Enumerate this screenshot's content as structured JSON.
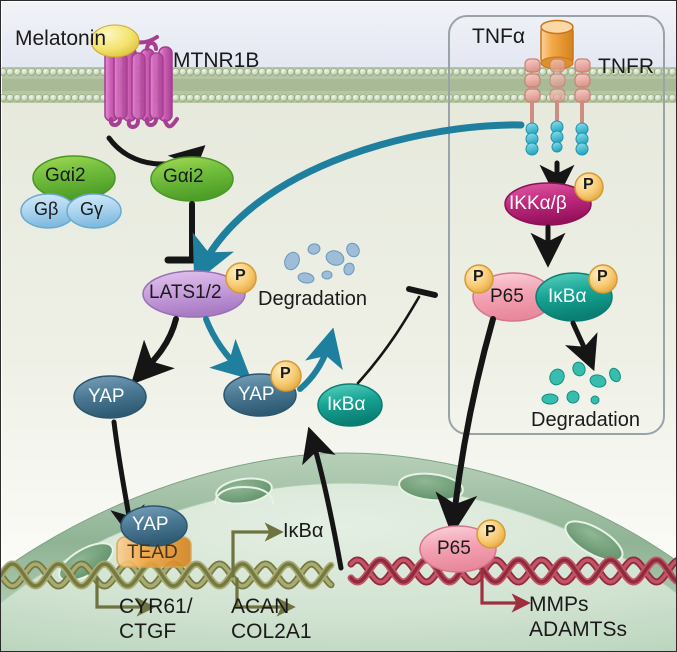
{
  "figure": {
    "title": "Melatonin MTNR1B / TNFα TNFR signaling pathway in chondrocyte",
    "colors": {
      "extracellular": "#e9ecf4",
      "cytoplasm": "#e7eade",
      "membrane_head": "#b9c9a8",
      "nucleus_fill": "#cfe0d0",
      "nucleus_envelope": "#9dbfa4",
      "gpcr": "#cf62b8",
      "melatonin": "#f2e06a",
      "gai2": "#76c043",
      "gbeta_ggamma": "#9ccbe8",
      "lats": "#c49ad4",
      "yap": "#4a7590",
      "ikba": "#17a091",
      "p65": "#f2a0b0",
      "ikk": "#c0297c",
      "phospho": "#f6c872",
      "tead": "#f7d08a",
      "tnfa": "#f0a64a",
      "tnfr": "#e8a8a0",
      "tnfr_intracell": "#3fc0d0",
      "dna_olive": "#8e9158",
      "dna_red": "#b03a4e",
      "arrow_black": "#151515",
      "arrow_teal": "#1f7f9e",
      "degradation_blue": "#8fb3d0",
      "degradation_teal": "#2eb5a8",
      "inset_border": "#9aa3a8"
    }
  },
  "labels": {
    "melatonin": "Melatonin",
    "mtnr1b": "MTNR1B",
    "gai2_bound": "Gαi2",
    "gbeta": "Gβ",
    "ggamma": "Gγ",
    "gai2_free": "Gαi2",
    "lats": "LATS1/2",
    "degradation_left": "Degradation",
    "yap_free": "YAP",
    "yap_phospho": "YAP",
    "ikba_cyto": "IκBα",
    "tnfa": "TNFα",
    "tnfr": "TNFR",
    "ikk": "IKKα/β",
    "p65_complex": "P65",
    "ikba_complex": "IκBα",
    "degradation_right": "Degradation",
    "yap_nuclear": "YAP",
    "tead": "TEAD",
    "p65_nuclear": "P65",
    "phospho_badge": "P",
    "target_cyr61_ctgf_line1": "CYR61/",
    "target_cyr61_ctgf_line2": "CTGF",
    "target_acan_line1": "ACAN",
    "target_acan_line2": "COL2A1",
    "target_ikba": "IκBα",
    "target_mmps_line1": "MMPs",
    "target_mmps_line2": "ADAMTSs"
  },
  "pathway": {
    "nodes": [
      {
        "id": "melatonin",
        "label": "Melatonin",
        "type": "ligand",
        "color": "#f2e06a"
      },
      {
        "id": "mtnr1b",
        "label": "MTNR1B",
        "type": "gpcr-receptor",
        "color": "#cf62b8"
      },
      {
        "id": "gai2-heterotrimer",
        "label": "Gαi2",
        "type": "g-protein",
        "color": "#76c043"
      },
      {
        "id": "gbeta",
        "label": "Gβ",
        "type": "g-protein-subunit",
        "color": "#9ccbe8"
      },
      {
        "id": "ggamma",
        "label": "Gγ",
        "type": "g-protein-subunit",
        "color": "#9ccbe8"
      },
      {
        "id": "gai2-free",
        "label": "Gαi2",
        "type": "g-protein",
        "color": "#76c043"
      },
      {
        "id": "lats12",
        "label": "LATS1/2",
        "type": "kinase",
        "color": "#c49ad4",
        "phosphorylated": true
      },
      {
        "id": "yap-free",
        "label": "YAP",
        "type": "coactivator",
        "color": "#4a7590",
        "phosphorylated": false
      },
      {
        "id": "yap-phospho",
        "label": "YAP",
        "type": "coactivator",
        "color": "#4a7590",
        "phosphorylated": true
      },
      {
        "id": "ikba-cyto",
        "label": "IκBα",
        "type": "inhibitor",
        "color": "#17a091"
      },
      {
        "id": "tnfa",
        "label": "TNFα",
        "type": "ligand",
        "color": "#f0a64a"
      },
      {
        "id": "tnfr",
        "label": "TNFR",
        "type": "receptor",
        "color": "#e8a8a0"
      },
      {
        "id": "ikk",
        "label": "IKKα/β",
        "type": "kinase",
        "color": "#c0297c",
        "phosphorylated": true
      },
      {
        "id": "p65-ikba",
        "label": "P65 / IκBα",
        "type": "complex",
        "phosphorylated": true
      },
      {
        "id": "yap-tead",
        "label": "YAP / TEAD",
        "type": "transcription-complex"
      },
      {
        "id": "p65-nuclear",
        "label": "P65",
        "type": "transcription-factor",
        "phosphorylated": true
      }
    ],
    "edges": [
      {
        "from": "mtnr1b",
        "to": "gai2-free",
        "type": "activation",
        "style": "black-curved-arrow"
      },
      {
        "from": "gai2-free",
        "to": "lats12",
        "type": "inhibition",
        "style": "black-t-bar"
      },
      {
        "from": "tnfr",
        "to": "lats12",
        "type": "activation",
        "style": "teal-curved-arrow"
      },
      {
        "from": "lats12",
        "to": "yap-free",
        "type": "activation",
        "style": "black-arrow"
      },
      {
        "from": "lats12",
        "to": "yap-phospho",
        "type": "phosphorylation",
        "style": "teal-arrow"
      },
      {
        "from": "yap-phospho",
        "to": "degradation-left",
        "type": "degradation",
        "style": "teal-arrow"
      },
      {
        "from": "yap-free",
        "to": "yap-tead",
        "type": "translocation",
        "style": "black-arrow"
      },
      {
        "from": "tnfa",
        "to": "ikk",
        "type": "activation",
        "style": "black-arrow"
      },
      {
        "from": "ikk",
        "to": "p65-ikba",
        "type": "phosphorylation",
        "style": "black-arrow"
      },
      {
        "from": "p65-ikba",
        "to": "degradation-right",
        "type": "degradation",
        "style": "black-arrow"
      },
      {
        "from": "ikba-cyto",
        "to": "p65-ikba",
        "type": "inhibition",
        "style": "black-t-bar"
      },
      {
        "from": "p65-ikba",
        "to": "p65-nuclear",
        "type": "translocation",
        "style": "black-arrow"
      },
      {
        "from": "yap-tead",
        "to": "CYR61/CTGF",
        "type": "transcription",
        "style": "olive-arrow"
      },
      {
        "from": "yap-tead",
        "to": "ACAN COL2A1",
        "type": "transcription",
        "style": "olive-arrow"
      },
      {
        "from": "yap-tead",
        "to": "IκBα",
        "type": "transcription",
        "style": "olive-arrow"
      },
      {
        "from": "ikba-gene",
        "to": "ikba-cyto",
        "type": "production",
        "style": "black-arrow"
      },
      {
        "from": "p65-nuclear",
        "to": "MMPs ADAMTSs",
        "type": "transcription",
        "style": "red-arrow"
      }
    ]
  }
}
